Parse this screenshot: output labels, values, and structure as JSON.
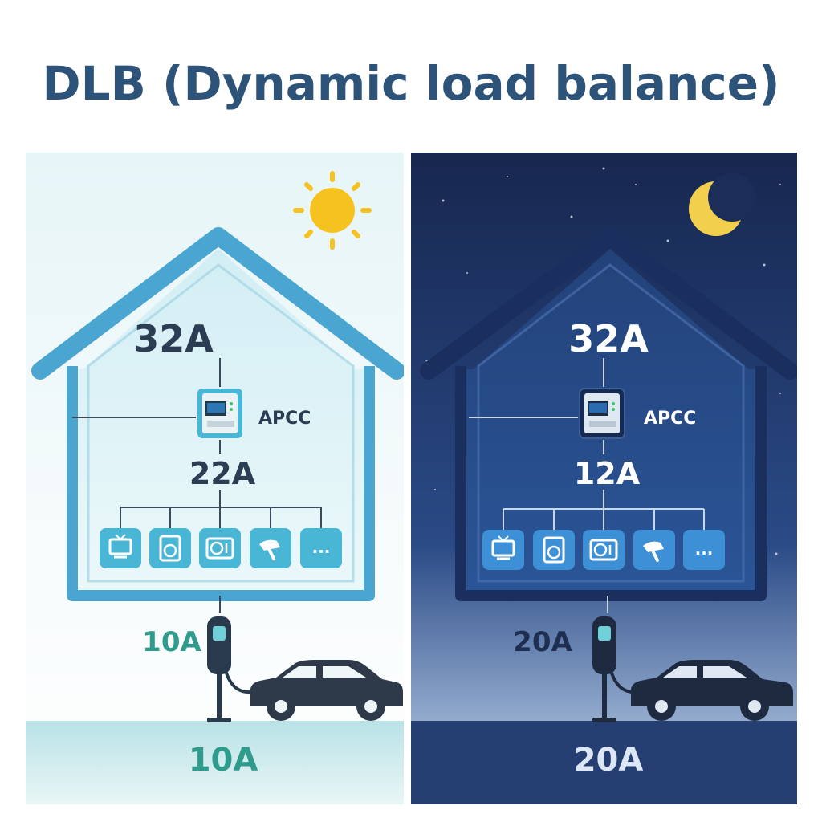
{
  "title": "DLB (Dynamic load balance)",
  "colors": {
    "title": "#2d5378",
    "day_house": "#4aa6d0",
    "night_house": "#1b2f5e",
    "day_ev_label": "#2f9b8c",
    "night_ev_label": "#1e2f52",
    "sun": "#f5c21f",
    "moon": "#f3cf4e"
  },
  "day": {
    "main_current": "32A",
    "controller_label": "APCC",
    "home_current": "22A",
    "charger_current": "10A",
    "ground_current": "10A",
    "appliance_icons": [
      "tv-icon",
      "washing-machine-icon",
      "microwave-icon",
      "hair-dryer-icon",
      "more-icon"
    ],
    "more_glyph": "..."
  },
  "night": {
    "main_current": "32A",
    "controller_label": "APCC",
    "home_current": "12A",
    "charger_current": "20A",
    "ground_current": "20A",
    "appliance_icons": [
      "tv-icon",
      "washing-machine-icon",
      "microwave-icon",
      "hair-dryer-icon",
      "more-icon"
    ],
    "more_glyph": "..."
  }
}
